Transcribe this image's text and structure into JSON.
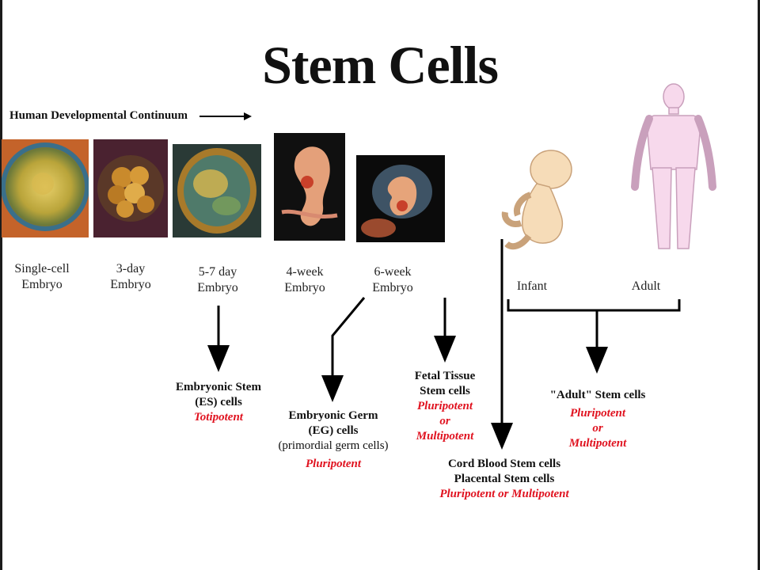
{
  "title": "Stem Cells",
  "continuum_label": "Human Developmental Continuum",
  "stages": [
    {
      "line1": "Single-cell",
      "line2": "Embryo",
      "icon": "single-cell-embryo-photo"
    },
    {
      "line1": "3-day",
      "line2": "Embryo",
      "icon": "three-day-embryo-photo"
    },
    {
      "line1": "5-7 day",
      "line2": "Embryo",
      "icon": "five-seven-day-embryo-photo"
    },
    {
      "line1": "4-week",
      "line2": "Embryo",
      "icon": "four-week-embryo-photo"
    },
    {
      "line1": "6-week",
      "line2": "Embryo",
      "icon": "six-week-embryo-photo"
    }
  ],
  "infant_label": "Infant",
  "adult_label": "Adult",
  "cells": {
    "es": {
      "line1": "Embryonic Stem",
      "line2": "(ES) cells",
      "potency": "Totipotent"
    },
    "eg": {
      "line1": "Embryonic Germ",
      "line2": "(EG) cells",
      "note": "(primordial germ cells)",
      "potency": "Pluripotent"
    },
    "fetal": {
      "line1": "Fetal Tissue",
      "line2": "Stem cells",
      "potency1": "Pluripotent",
      "potency2": "or",
      "potency3": "Multipotent"
    },
    "adult": {
      "line1": "\"Adult\" Stem cells",
      "potency1": "Pluripotent",
      "potency2": "or",
      "potency3": "Multipotent"
    },
    "cord": {
      "line1": "Cord Blood Stem cells",
      "line2": "Placental Stem cells",
      "potency": "Pluripotent or Multipotent"
    }
  },
  "colors": {
    "potency_red": "#e0121f",
    "body_pink": "#f7d9ec",
    "infant_skin": "#f6dcb8",
    "arrow": "#000000"
  }
}
